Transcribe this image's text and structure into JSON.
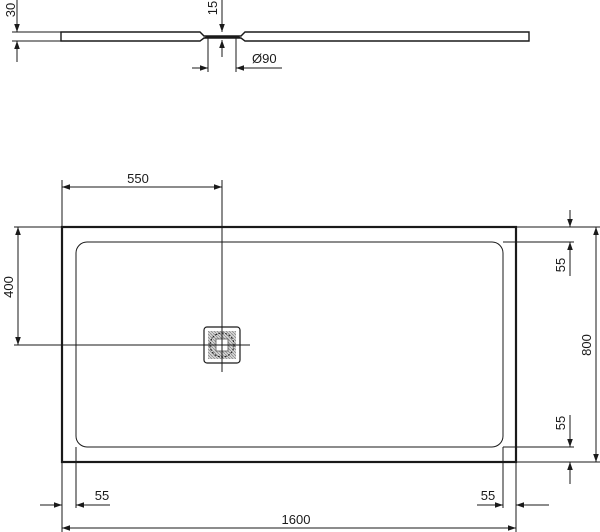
{
  "drawing": {
    "title": "Shower tray technical drawing",
    "colors": {
      "line": "#1a1a1a",
      "background": "#ffffff",
      "grate": "#9a9a9a"
    },
    "side_view": {
      "dimensions": {
        "thickness": "30",
        "drain_depth": "15",
        "drain_diameter": "Ø90"
      }
    },
    "plan_view": {
      "dimensions": {
        "drain_offset_x": "550",
        "drain_offset_y": "400",
        "width": "800",
        "length": "1600",
        "border_top": "55",
        "border_bottom": "55",
        "border_left": "55",
        "border_right": "55"
      }
    }
  }
}
